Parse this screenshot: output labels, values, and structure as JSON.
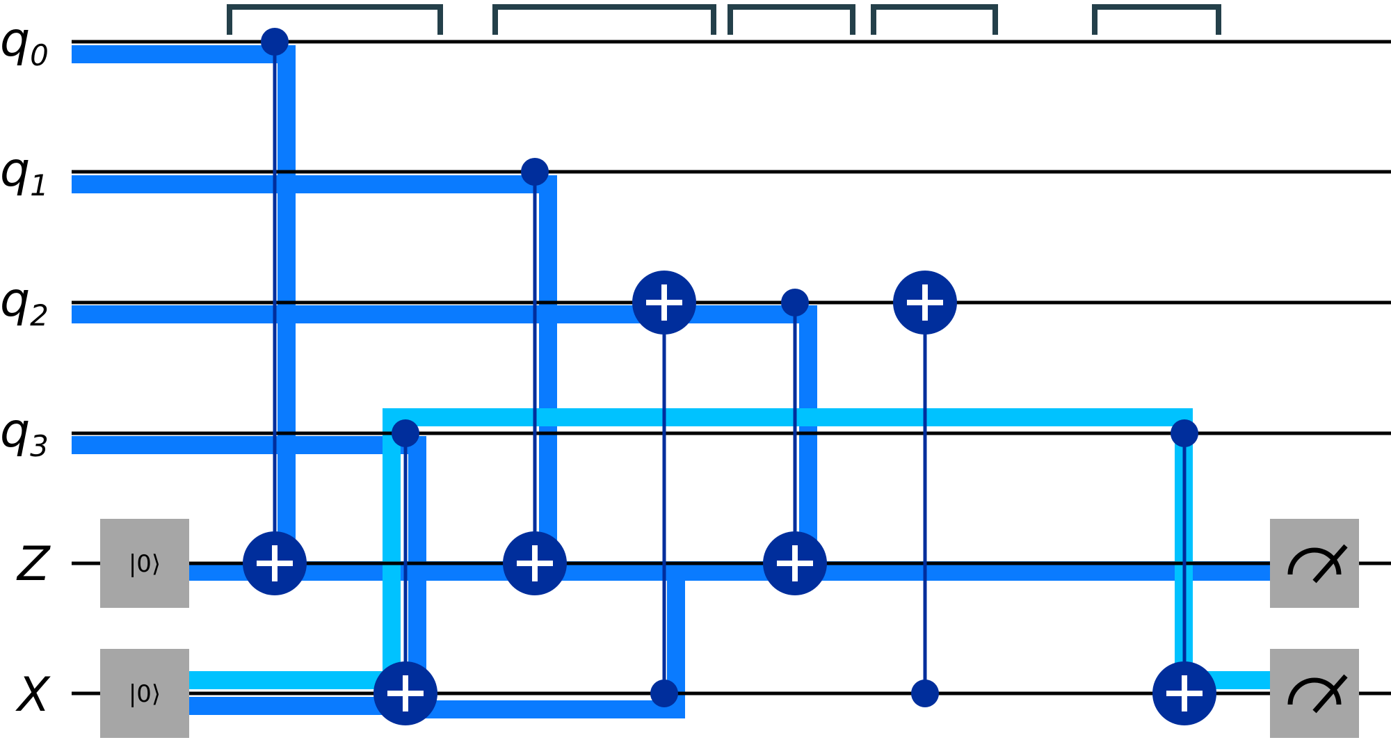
{
  "qubits": [
    {
      "label": "q",
      "subscript": "0"
    },
    {
      "label": "q",
      "subscript": "1"
    },
    {
      "label": "q",
      "subscript": "2"
    },
    {
      "label": "q",
      "subscript": "3"
    },
    {
      "label": "Z",
      "subscript": ""
    },
    {
      "label": "X",
      "subscript": ""
    }
  ],
  "resets": [
    {
      "wire": 4,
      "label": "|0⟩"
    },
    {
      "wire": 5,
      "label": "|0⟩"
    }
  ],
  "cnot_gates": [
    {
      "control": 0,
      "target": 4
    },
    {
      "control": 3,
      "target": 5
    },
    {
      "control": 1,
      "target": 4
    },
    {
      "control": 5,
      "target": 2
    },
    {
      "control": 2,
      "target": 4
    },
    {
      "control": 5,
      "target": 2
    },
    {
      "control": 3,
      "target": 5
    }
  ],
  "measurements": [
    {
      "wire": 4,
      "icon": "meter-icon"
    },
    {
      "wire": 5,
      "icon": "meter-icon"
    }
  ],
  "colors": {
    "wire": "#000000",
    "gate": "#002e9c",
    "z_highlight": "#0a7bff",
    "x_highlight": "#00c2ff",
    "reset_box": "#a6a6a6",
    "bracket": "#24404a"
  }
}
